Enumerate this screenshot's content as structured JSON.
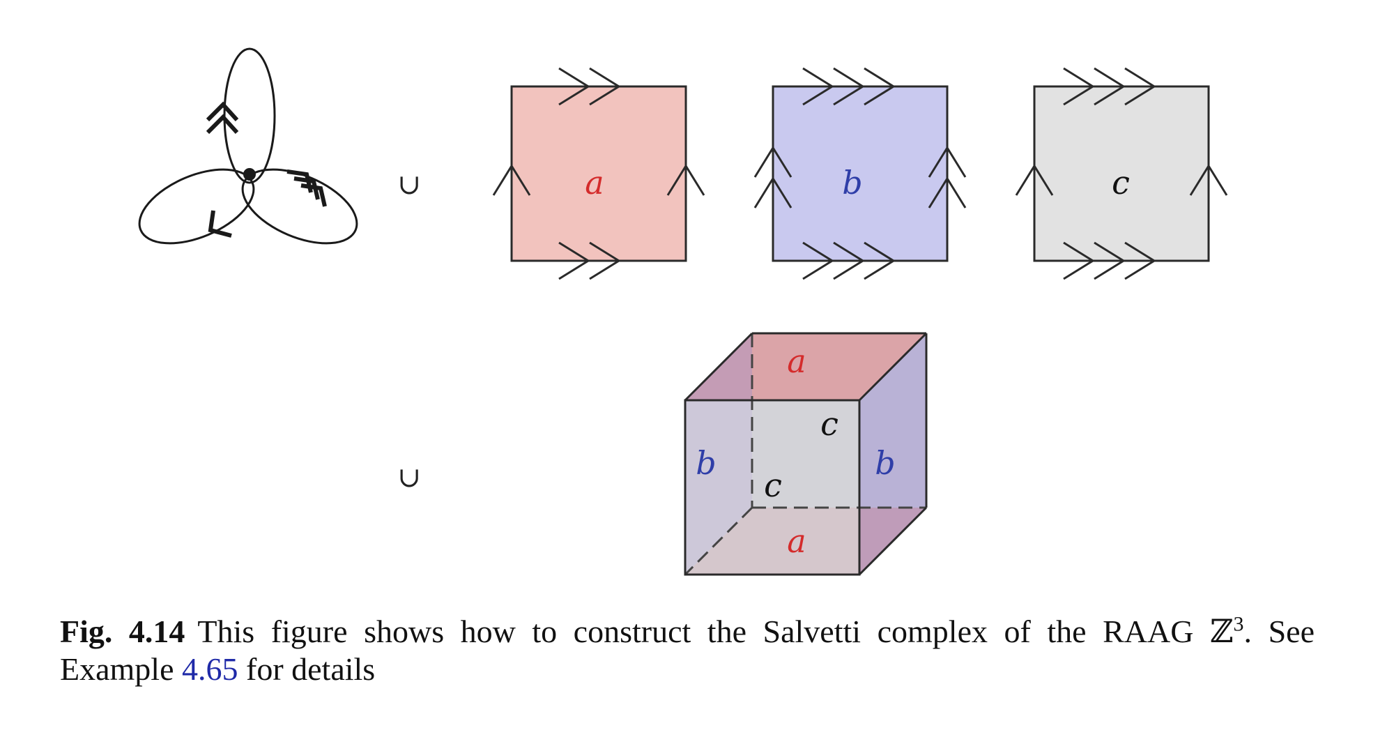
{
  "figure": {
    "union_symbol": "∪",
    "labels": {
      "a": "a",
      "b": "b",
      "c": "c"
    },
    "colors": {
      "a_fill": "#f2c3be",
      "b_fill": "#c9c9ef",
      "c_fill": "#e2e2e2",
      "a_text": "#d42b2b",
      "b_text": "#2f3ea8",
      "c_text": "#111111",
      "edge": "#2a2a2a"
    }
  },
  "caption": {
    "fig_number": "Fig. 4.14",
    "text_before": "This figure shows how to construct the Salvetti complex of the RAAG ",
    "group_symbol": "ℤ",
    "exponent": "3",
    "text_after": ". See Example ",
    "ref": "4.65",
    "text_end": " for details"
  }
}
